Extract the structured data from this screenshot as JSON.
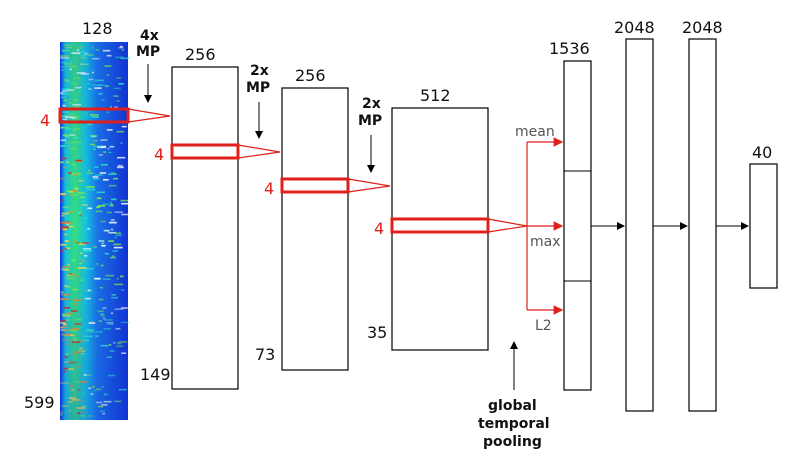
{
  "spectrogram": {
    "width_label": "128",
    "height_label": "599",
    "kernel_label": "4"
  },
  "layer1": {
    "width_label": "256",
    "height_label": "149",
    "kernel_label": "4",
    "pool_label_top": "4x",
    "pool_label_bottom": "MP"
  },
  "layer2": {
    "width_label": "256",
    "height_label": "73",
    "kernel_label": "4",
    "pool_label_top": "2x",
    "pool_label_bottom": "MP"
  },
  "layer3": {
    "width_label": "512",
    "height_label": "35",
    "kernel_label": "4",
    "pool_label_top": "2x",
    "pool_label_bottom": "MP"
  },
  "pooling": {
    "labels": [
      "mean",
      "max",
      "L2"
    ],
    "caption_lines": [
      "global",
      "temporal",
      "pooling"
    ]
  },
  "dense": [
    {
      "label": "1536"
    },
    {
      "label": "2048"
    },
    {
      "label": "2048"
    },
    {
      "label": "40"
    }
  ],
  "colors": {
    "highlight": "#e0201b",
    "spectrogram_bg": "#1a3fd6",
    "box_stroke": "#000000"
  }
}
